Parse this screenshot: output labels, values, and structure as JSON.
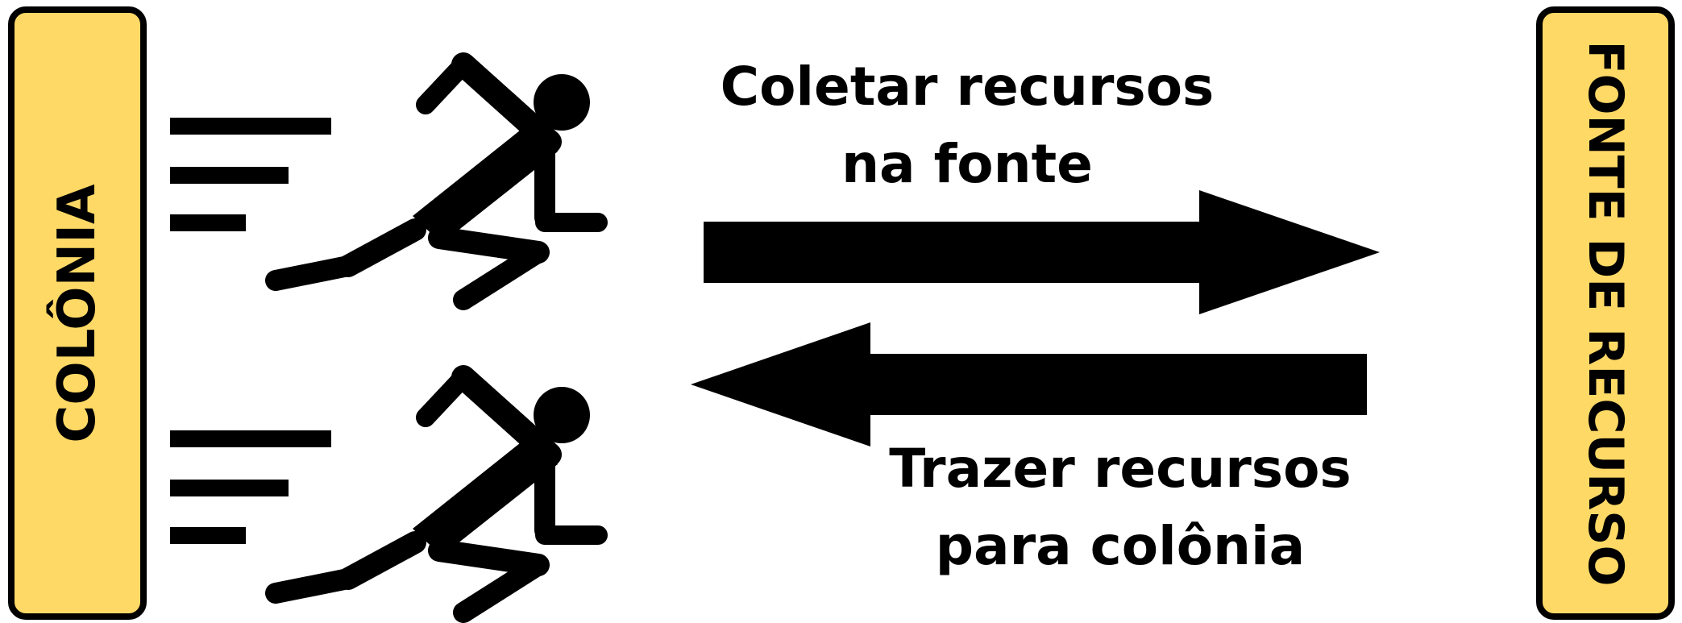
{
  "colony": {
    "label": "COLÔNIA"
  },
  "resource_source": {
    "label": "FONTE DE RECURSO"
  },
  "arrows": {
    "outbound": {
      "line1": "Coletar recursos",
      "line2": "na fonte"
    },
    "inbound": {
      "line1": "Trazer recursos",
      "line2": "para colônia"
    }
  },
  "colors": {
    "box_fill": "#FFD966",
    "ink": "#000000"
  },
  "icons": [
    "running-person-icon",
    "speed-lines-icon",
    "arrow-right-icon",
    "arrow-left-icon"
  ]
}
